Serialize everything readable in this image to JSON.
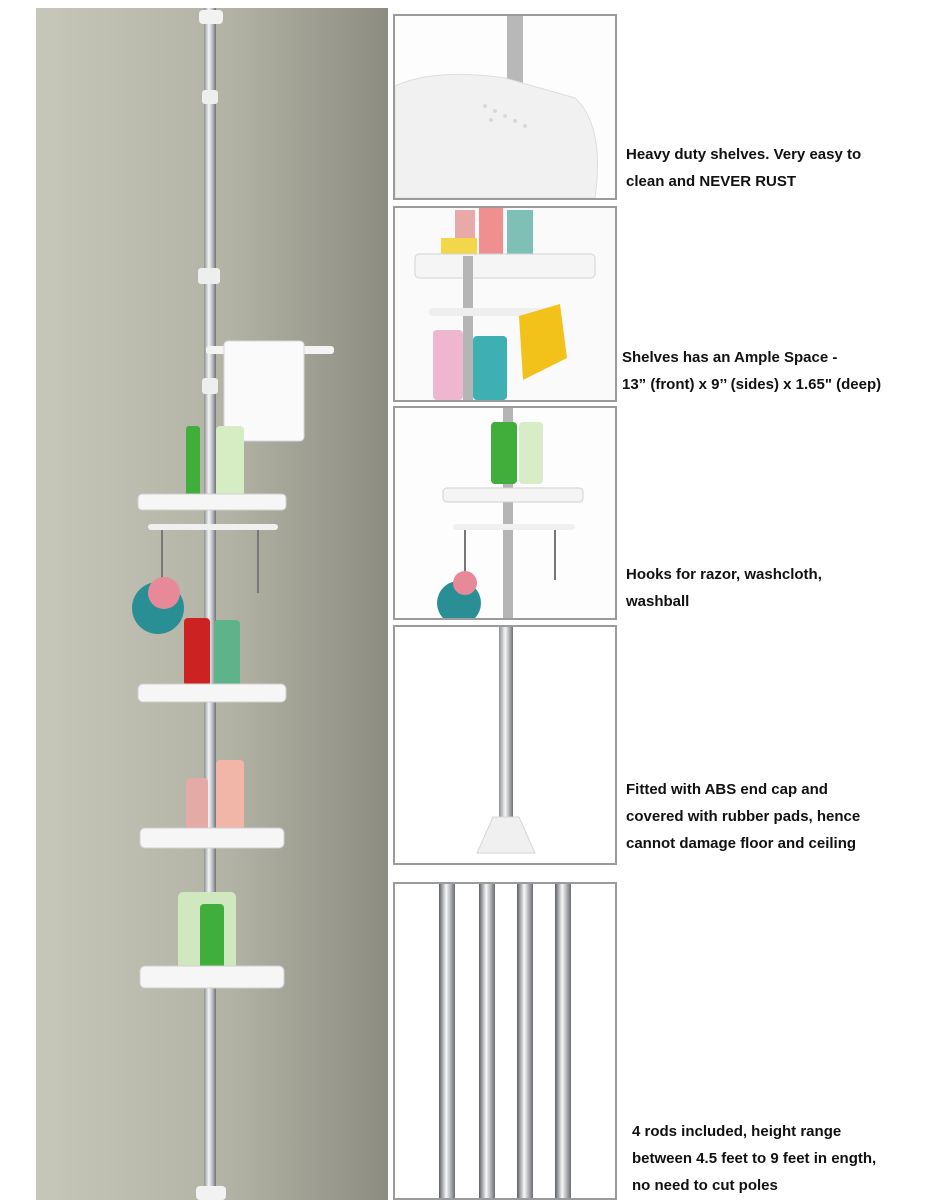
{
  "features": [
    {
      "line1": "Heavy duty shelves. Very easy to",
      "line2": "clean and NEVER RUST",
      "line3": ""
    },
    {
      "line1": "Shelves has an Ample Space -",
      "line2": "13” (front) x 9’’ (sides) x 1.65\" (deep)",
      "line3": ""
    },
    {
      "line1": "Hooks for razor, washcloth,",
      "line2": "washball",
      "line3": ""
    },
    {
      "line1": "Fitted with ABS end cap and",
      "line2": "covered with rubber pads, hence",
      "line3": "cannot damage floor and ceiling"
    },
    {
      "line1": "4 rods included, height range",
      "line2": "between 4.5 feet to 9 feet in ength,",
      "line3": "no need to cut poles"
    }
  ],
  "colors": {
    "wall_left": "#c4c4b7",
    "wall_right": "#8f8f83",
    "frame": "#9b9b9b",
    "pole": "#c9ccd0"
  }
}
